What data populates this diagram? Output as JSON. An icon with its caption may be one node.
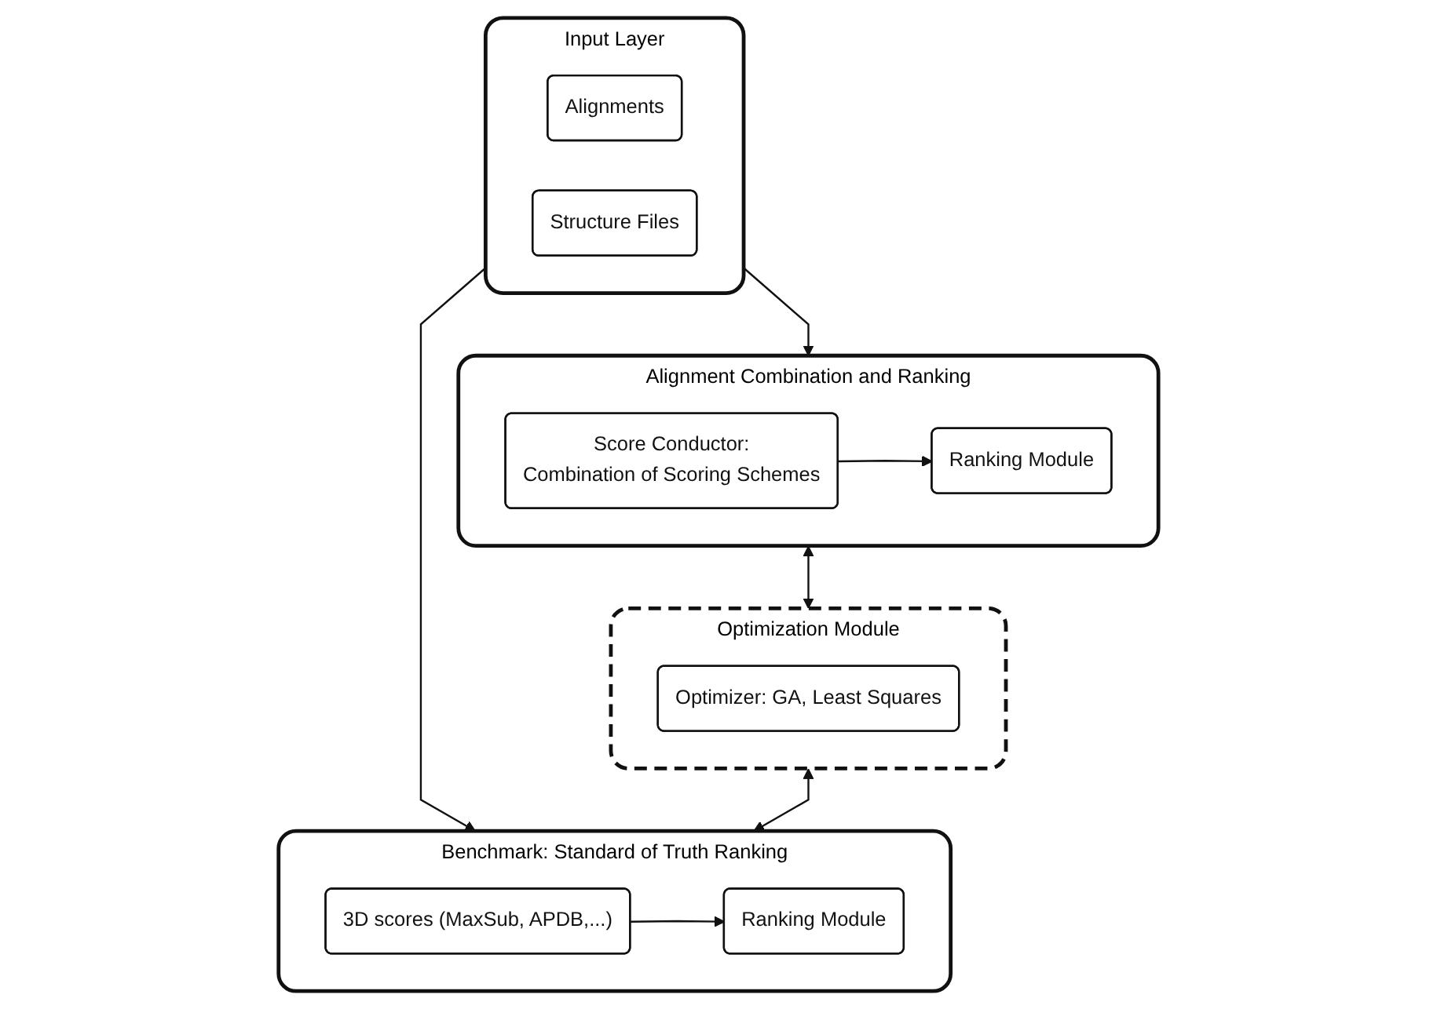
{
  "diagram": {
    "nodes": [
      {
        "text": [
          "Input Layer"
        ]
      },
      {
        "text": [
          "Alignments"
        ],
        "in": 0
      },
      {
        "text": [
          "Structure Files"
        ],
        "in": 0
      },
      {
        "text": [
          "Alignment Combination and Ranking"
        ]
      },
      {
        "text": [
          "Score Conductor:",
          "Combination of Scoring Schemes"
        ],
        "in": 3
      },
      {
        "text": [
          "Ranking Module"
        ],
        "in": 3
      },
      {
        "text": [
          "Optimization Module"
        ]
      },
      {
        "text": [
          "Optimizer: GA, Least Squares"
        ],
        "in": 6
      },
      {
        "text": [
          "Benchmark: Standard of Truth Ranking"
        ]
      },
      {
        "text": [
          "3D scores (MaxSub, APDB,...)"
        ],
        "in": 8
      },
      {
        "text": [
          "Ranking Module"
        ],
        "in": 8
      }
    ],
    "edges": [
      {
        "from": 0,
        "to": 3,
        "arrow": "to"
      },
      {
        "from": 0,
        "to": 8,
        "arrow": "to"
      },
      {
        "from": 4,
        "to": 5,
        "arrow": "to"
      },
      {
        "from": 3,
        "to": 6,
        "arrow": "both"
      },
      {
        "from": 6,
        "to": 8,
        "arrow": "both"
      },
      {
        "from": 9,
        "to": 10,
        "arrow": "to"
      }
    ]
  }
}
